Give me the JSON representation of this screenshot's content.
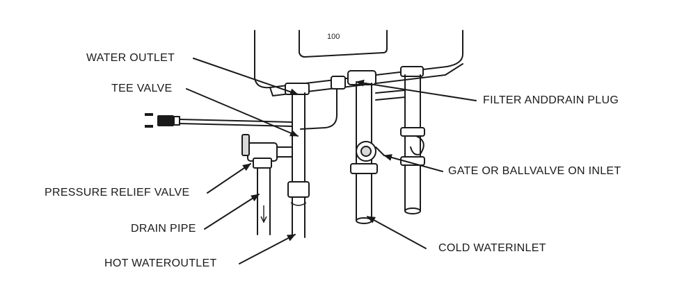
{
  "labels": {
    "water_outlet": "WATER OUTLET",
    "tee_valve": "TEE VALVE",
    "pressure_relief_valve": "PRESSURE RELIEF VALVE",
    "drain_pipe": "DRAIN PIPE",
    "hot_water_outlet": "HOT WATEROUTLET",
    "filter_drain_plug": "FILTER ANDDRAIN PLUG",
    "gate_ball_valve": "GATE OR BALLVALVE ON INLET",
    "cold_water_inlet": "COLD WATERINLET"
  },
  "display_text": "100"
}
